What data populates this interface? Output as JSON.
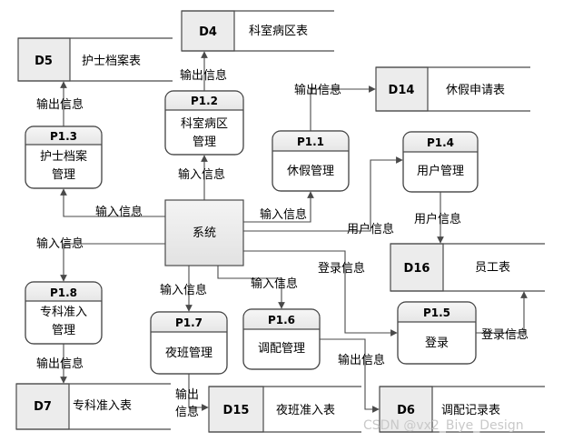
{
  "system": {
    "label": "系统"
  },
  "processes": {
    "p1_1": {
      "id": "P1.1",
      "name": "休假管理"
    },
    "p1_2": {
      "id": "P1.2",
      "name_line1": "科室病区",
      "name_line2": "管理"
    },
    "p1_3": {
      "id": "P1.3",
      "name_line1": "护士档案",
      "name_line2": "管理"
    },
    "p1_4": {
      "id": "P1.4",
      "name": "用户管理"
    },
    "p1_5": {
      "id": "P1.5",
      "name": "登录"
    },
    "p1_6": {
      "id": "P1.6",
      "name": "调配管理"
    },
    "p1_7": {
      "id": "P1.7",
      "name": "夜班管理"
    },
    "p1_8": {
      "id": "P1.8",
      "name_line1": "专科准入",
      "name_line2": "管理"
    }
  },
  "stores": {
    "d4": {
      "id": "D4",
      "name": "科室病区表"
    },
    "d5": {
      "id": "D5",
      "name": "护士档案表"
    },
    "d6": {
      "id": "D6",
      "name": "调配记录表"
    },
    "d7": {
      "id": "D7",
      "name": "专科准入表"
    },
    "d14": {
      "id": "D14",
      "name": "休假申请表"
    },
    "d15": {
      "id": "D15",
      "name": "夜班准入表"
    },
    "d16": {
      "id": "D16",
      "name": "员工表"
    }
  },
  "flows": {
    "output_info": "输出信息",
    "input_info": "输入信息",
    "user_info": "用户信息",
    "login_info": "登录信息",
    "output_line1": "输出",
    "output_line2": "信息"
  },
  "watermark": "CSDN @vx2_Biye_Design"
}
